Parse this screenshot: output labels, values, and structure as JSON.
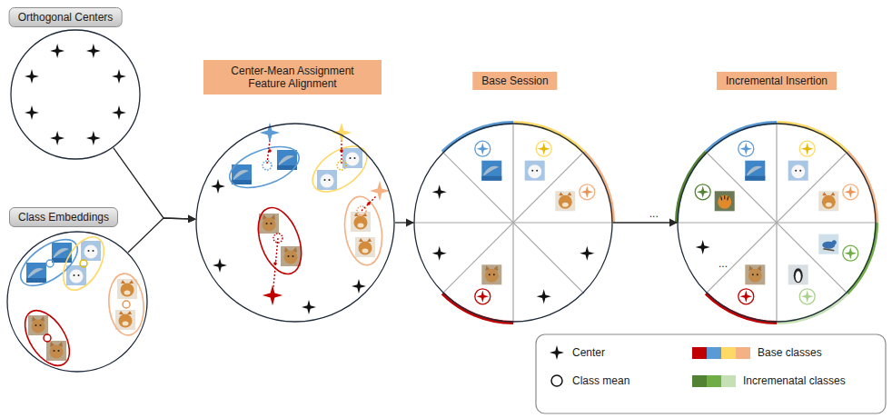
{
  "diagram": {
    "nodes": [
      {
        "text": [
          "Orthogonal Centers"
        ]
      },
      {
        "text": [
          "Class Embeddings"
        ]
      },
      {
        "text": [
          "Center-Mean Assignment Feature Alignment"
        ]
      },
      {
        "text": [
          "Base Session"
        ]
      },
      {
        "text": [
          "Incremental Insertion"
        ]
      }
    ],
    "edges": [
      {
        "from": 0,
        "to": 2,
        "arrow": "to"
      },
      {
        "from": 1,
        "to": 2,
        "arrow": "to"
      },
      {
        "from": 2,
        "to": 3,
        "arrow": "to"
      },
      {
        "from": 3,
        "to": 4,
        "arrow": "to",
        "label": "..."
      }
    ],
    "labels": [
      "..."
    ],
    "legend": [
      {
        "text": "Center"
      },
      {
        "text": "Class mean"
      },
      {
        "text": "Base classes",
        "color": "#c00000"
      },
      {
        "text": "Incremenatal classes",
        "color": "#548235"
      }
    ]
  }
}
